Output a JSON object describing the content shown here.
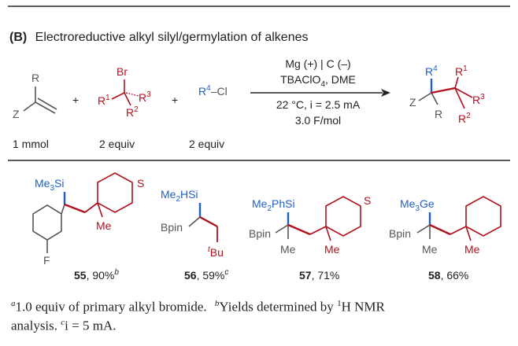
{
  "panel": {
    "letter": "(B)",
    "title": "Electroreductive alkyl silyl/germylation of alkenes"
  },
  "scheme": {
    "alkene_Z": "Z",
    "alkene_R": "R",
    "bromide_Br": "Br",
    "bromide_R1": "R",
    "bromide_R1_sup": "1",
    "bromide_R2": "R",
    "bromide_R2_sup": "2",
    "bromide_R3": "R",
    "bromide_R3_sup": "3",
    "chloride_R4": "R",
    "chloride_R4_sup": "4",
    "chloride_Cl": "–Cl",
    "plus": "+",
    "conditions_line1": "Mg (+) | C (–)",
    "conditions_line2a": "TBAClO",
    "conditions_line2_sub": "4",
    "conditions_line2b": ", DME",
    "conditions_line3": "22 °C, i = 2.5 mA",
    "conditions_line4": "3.0 F/mol",
    "product_R4": "R",
    "product_R4_sup": "4",
    "product_R1": "R",
    "product_R1_sup": "1",
    "product_R3": "R",
    "product_R3_sup": "3",
    "product_R2": "R",
    "product_R2_sup": "2",
    "product_Z": "Z",
    "product_R": "R",
    "amount1": "1 mmol",
    "amount2": "2 equiv",
    "amount3": "2 equiv"
  },
  "examples": [
    {
      "number": "55",
      "yield": ", 90%",
      "note": "b",
      "silyl": "Me",
      "silyl_sub": "3",
      "silyl_tail": "Si",
      "me": "Me",
      "s": "S",
      "f": "F"
    },
    {
      "number": "56",
      "yield": ", 59%",
      "note": "c",
      "silyl": "Me",
      "silyl_sub": "2",
      "silyl_tail": "HSi",
      "bpin": "Bpin",
      "tbu_sup": "t",
      "tbu": "Bu"
    },
    {
      "number": "57",
      "yield": ", 71%",
      "silyl": "Me",
      "silyl_sub": "2",
      "silyl_tail": "PhSi",
      "bpin": "Bpin",
      "me_gray": "Me",
      "me_red": "Me",
      "s": "S"
    },
    {
      "number": "58",
      "yield": ", 66%",
      "silyl": "Me",
      "silyl_sub": "3",
      "silyl_tail": "Ge",
      "bpin": "Bpin",
      "me_gray": "Me",
      "me_red": "Me"
    }
  ],
  "footnotes": {
    "a_mark": "a",
    "a_text": "1.0 equiv of primary alkyl bromide.",
    "b_mark": "b",
    "b_text1": "Yields determined by ",
    "b_sup": "1",
    "b_text2": "H NMR",
    "line2_start": "analysis. ",
    "c_mark": "c",
    "c_text": "i = 5 mA."
  },
  "colors": {
    "red": "#b0101c",
    "blue": "#1f5fc7",
    "gray": "#555555"
  }
}
